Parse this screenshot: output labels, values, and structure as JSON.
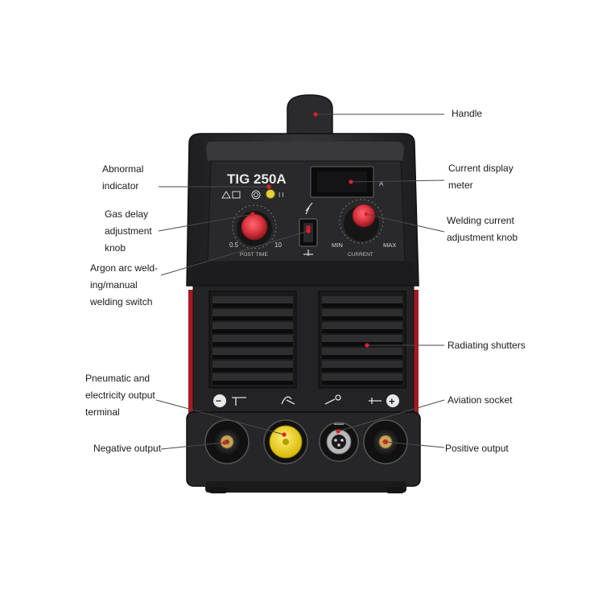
{
  "machine": {
    "model_label": "TIG 250A",
    "display_unit": "A",
    "knob_left_min": "0.5",
    "knob_left_max": "10",
    "knob_left_caption": "POST TIME",
    "knob_right_min": "MIN",
    "knob_right_max": "MAX",
    "knob_right_caption": "CURRENT",
    "minus_symbol": "−",
    "plus_symbol": "+"
  },
  "callouts": {
    "handle": "Handle",
    "current_display": "Current display\nmeter",
    "abnormal_indicator": "Abnormal\nindicator",
    "gas_delay_knob": "Gas delay\nadjustment\nknob",
    "welding_current_knob": "Welding current\nadjustment knob",
    "argon_switch": "Argon arc weld-\ning/manual\nwelding switch",
    "radiating_shutters": "Radiating shutters",
    "pneumatic_terminal": "Pneumatic and\nelectricity output\nterminal",
    "aviation_socket": "Aviation socket",
    "negative_output": "Negative output",
    "positive_output": "Positive output"
  },
  "colors": {
    "body": "#2c2c2e",
    "panel": "#202022",
    "accent_red": "#c41e2a",
    "knob_red": "#d8323c",
    "yellow_terminal": "#f2d21a",
    "brass": "#c8a45a",
    "leader": "#444444"
  }
}
